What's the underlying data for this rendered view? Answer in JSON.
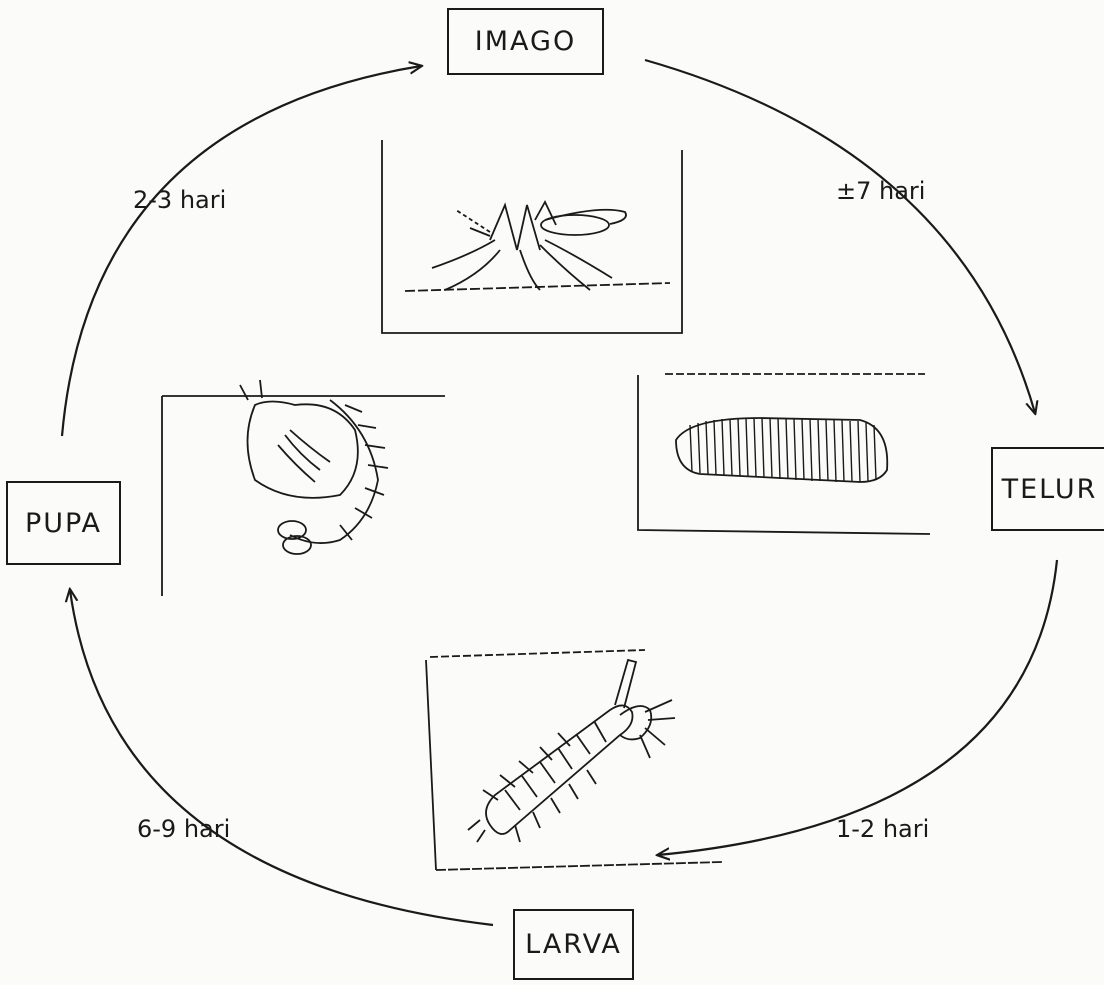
{
  "colors": {
    "ink": "#1a1a1a",
    "paper": "#fbfbf9"
  },
  "stages": {
    "imago": "IMAGO",
    "telur": "TELUR",
    "larva": "LARVA",
    "pupa": "PUPA"
  },
  "durations": {
    "imago_to_telur": "±7 hari",
    "telur_to_larva": "1-2 hari",
    "larva_to_pupa": "6-9 hari",
    "pupa_to_imago": "2-3 hari"
  },
  "illustrations": [
    "mosquito-adult",
    "egg-raft",
    "larva",
    "pupa"
  ]
}
